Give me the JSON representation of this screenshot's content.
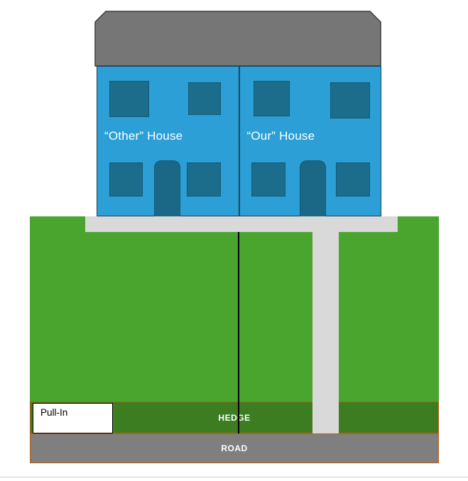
{
  "diagram": {
    "house_left": {
      "label": "“Other” House"
    },
    "house_right": {
      "label": "“Our” House"
    },
    "hedge": {
      "label": "HEDGE"
    },
    "road": {
      "label": "ROAD"
    },
    "pull_in": {
      "label": "Pull-In"
    },
    "colors": {
      "roof": "#767676",
      "roof_outline": "#3a3a3a",
      "house": "#2b9fd6",
      "house_outline": "#14455c",
      "window": "#1c6c8c",
      "window_outline": "#145a75",
      "door": "#1a6886",
      "lawn": "#4aa52f",
      "hedge": "#3d7d22",
      "road": "#7f7f7f",
      "path": "#d9d9d9",
      "boundary_line": "#000000",
      "area_outline": "#c55a11",
      "pull_in_bg": "#ffffff",
      "pull_in_border": "#000000",
      "label_light": "#ffffff",
      "label_dark": "#000000"
    }
  }
}
